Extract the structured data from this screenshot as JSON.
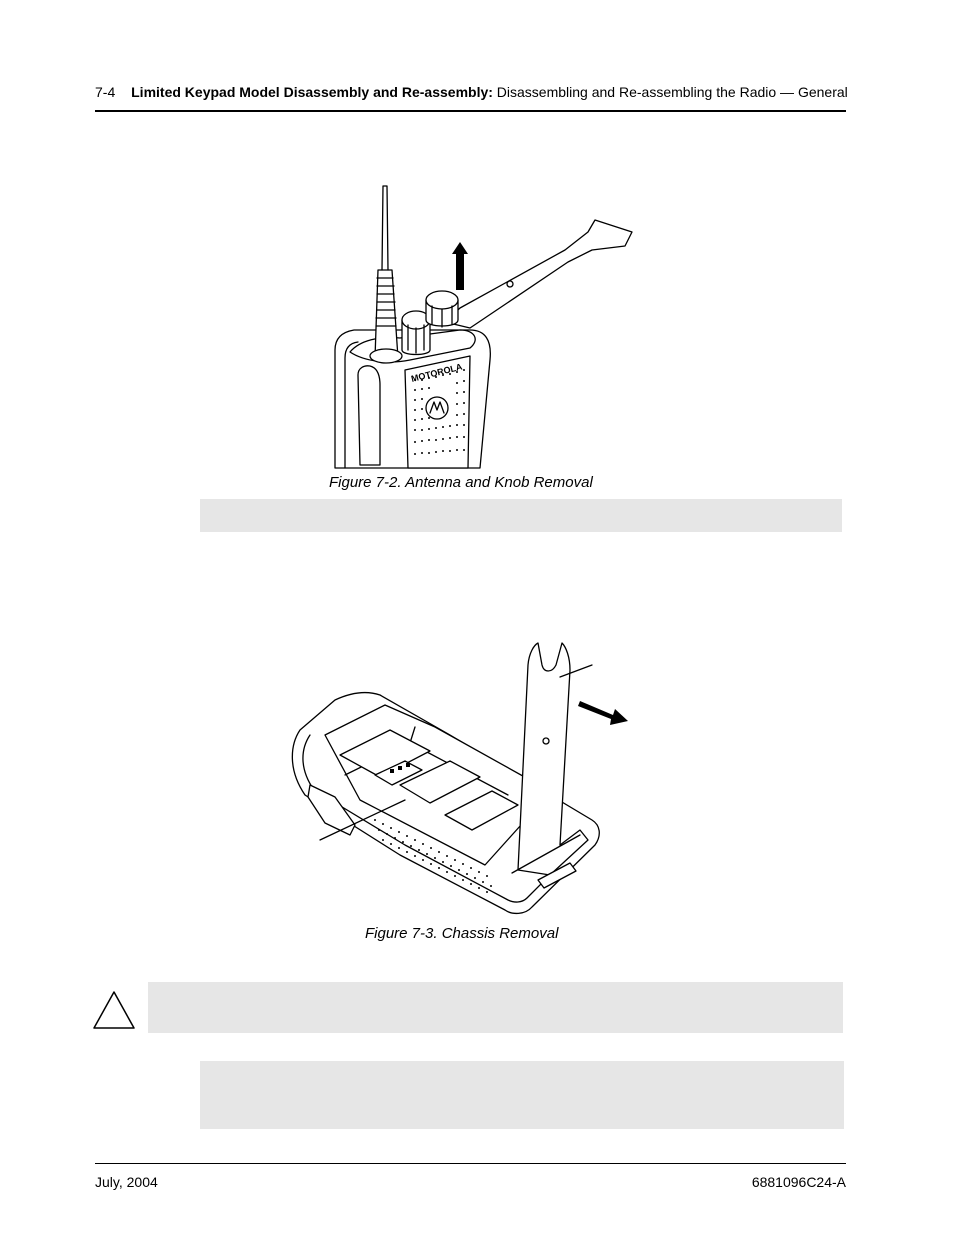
{
  "header": {
    "page_number": "7-4",
    "section_bold": "Limited Keypad Model Disassembly and Re-assembly:",
    "section_rest": "Disassembling and Re-assembling the Radio — General"
  },
  "figures": {
    "fig2": {
      "caption": "Figure 7-2.  Antenna and Knob Removal",
      "logo_text": "MOTOROLA"
    },
    "fig3": {
      "caption": "Figure 7-3.  Chassis Removal"
    }
  },
  "footer": {
    "date": "July, 2004",
    "doc_number": "6881096C24-A"
  },
  "icons": [
    "caution-triangle-icon",
    "up-arrow-icon",
    "right-arrow-icon"
  ]
}
